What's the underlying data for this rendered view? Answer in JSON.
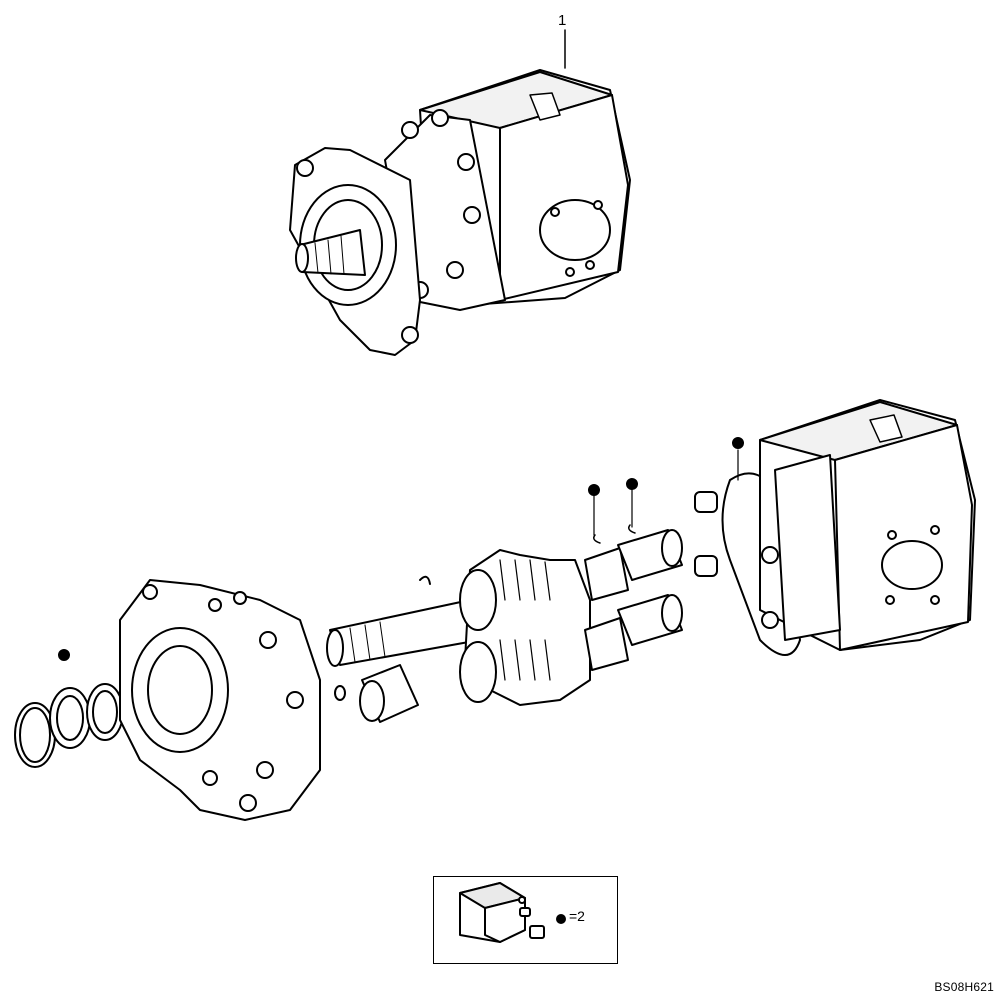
{
  "figure": {
    "callout": "1",
    "legend_text": "=2",
    "ref_code": "BS08H621"
  }
}
